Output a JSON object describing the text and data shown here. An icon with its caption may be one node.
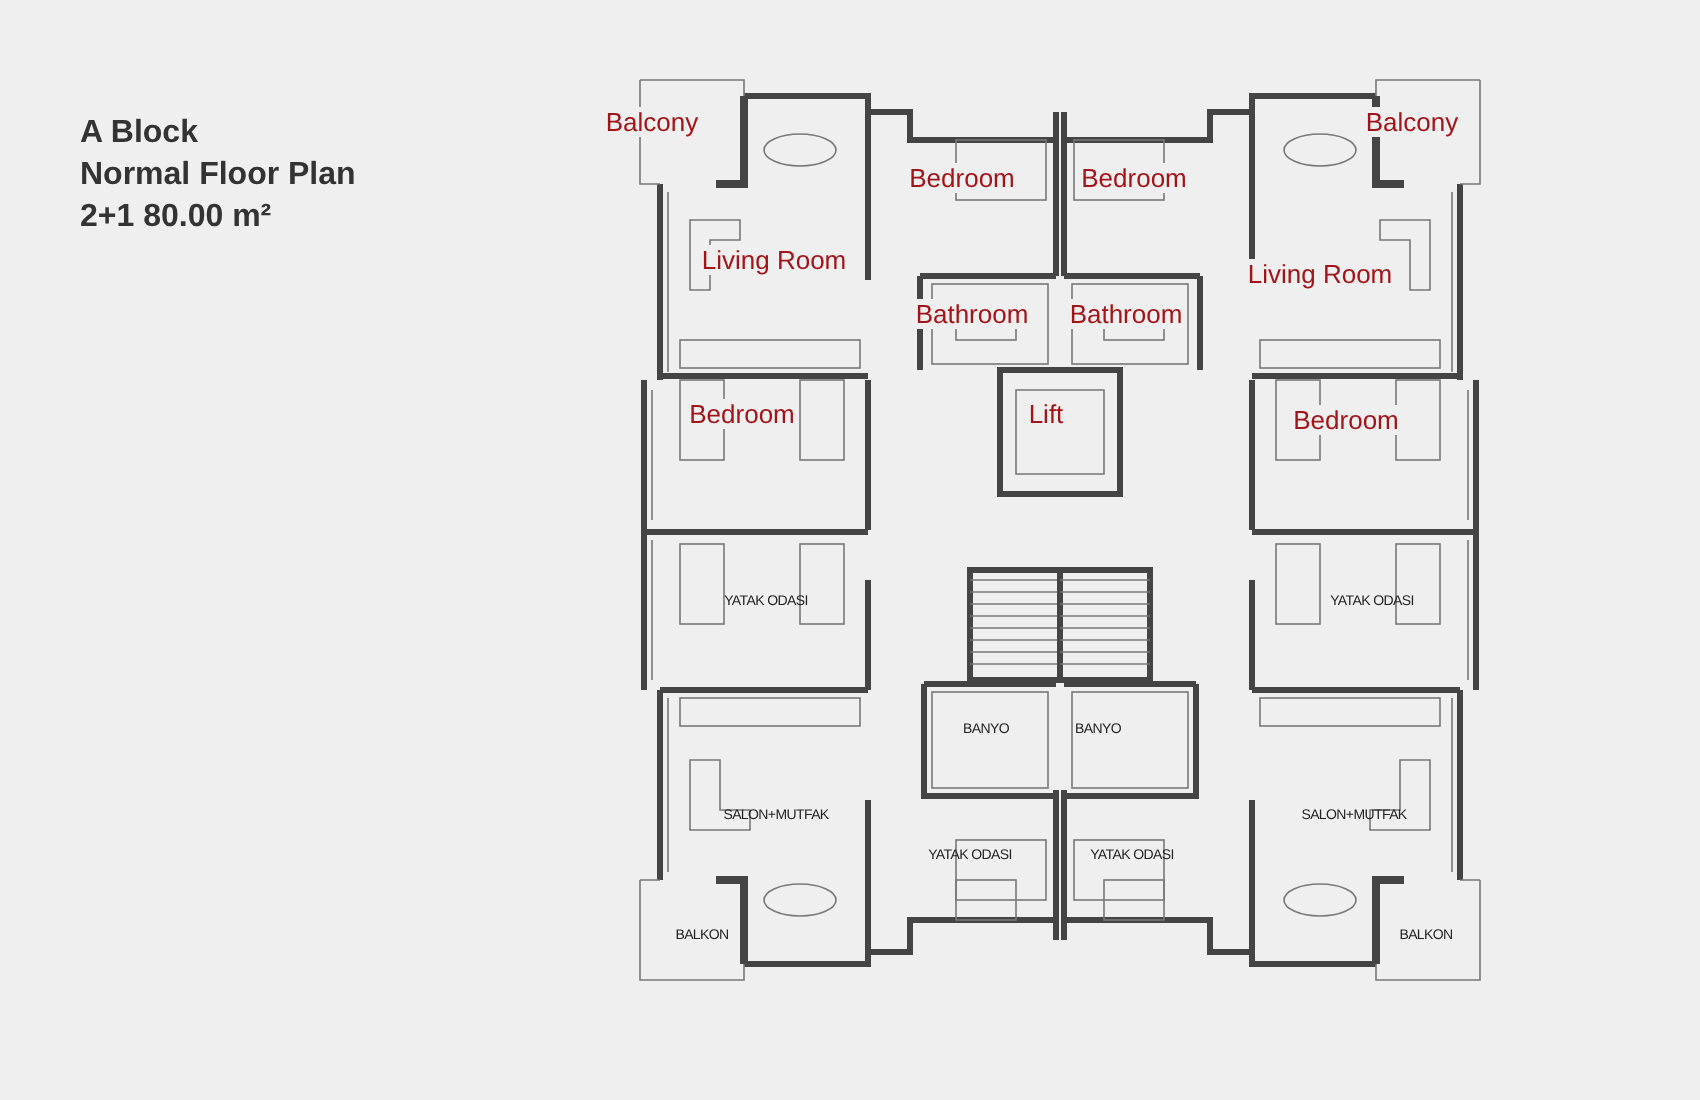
{
  "diagram": {
    "title": "A Block",
    "labels": [
      "Normal Floor Plan",
      "2+1 80.00 m²",
      "Balcony",
      "Balcony",
      "Bedroom",
      "Bedroom",
      "Living Room",
      "Living Room",
      "Bathroom",
      "Bathroom",
      "Bedroom",
      "Lift",
      "Bedroom",
      "YATAK ODASI",
      "YATAK ODASI",
      "BANYO",
      "BANYO",
      "SALON+MUTFAK",
      "SALON+MUTFAK",
      "YATAK ODASI",
      "YATAK ODASI",
      "BALKON",
      "BALKON"
    ]
  }
}
